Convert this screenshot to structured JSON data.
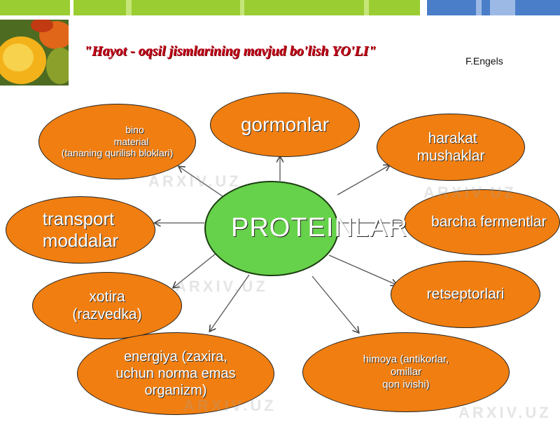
{
  "header": {
    "title": "\"Hayot - oqsil jismlarining mavjud bo'lish YO'LI\"",
    "author": "F.Engels"
  },
  "diagram": {
    "center": "PROTEINLAR",
    "nodes": {
      "bino": [
        "bino",
        "material",
        "(tananing qurilish bloklari)"
      ],
      "gormonlar": "gormonlar",
      "harakat": [
        "harakat",
        "mushaklar"
      ],
      "transport": [
        "transport",
        "moddalar"
      ],
      "fermentlar": "barcha fermentlar",
      "xotira": [
        "xotira",
        "(razvedka)"
      ],
      "retseptorlari": "retseptorlari",
      "energiya": [
        "energiya (zaxira,",
        "uchun norma emas",
        "organizm)"
      ],
      "himoya": [
        "himoya (antikorlar,",
        "omillar",
        "qon ivishi)"
      ]
    }
  },
  "watermark": "ARXIV.UZ",
  "colors": {
    "node_fill": "#f07e10",
    "center_fill": "#66d14a",
    "title": "#c0001a",
    "bar_green": "#9acd32",
    "bar_blue": "#4a7ec8"
  }
}
